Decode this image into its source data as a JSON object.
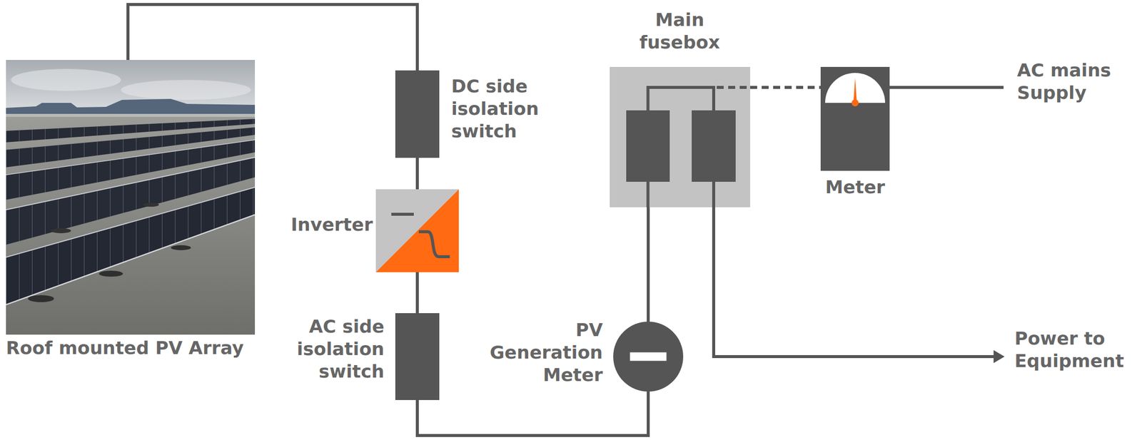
{
  "diagram": {
    "nodes": [
      {
        "text": [
          "Roof mounted PV Array"
        ]
      },
      {
        "text": [
          "DC side isolation switch"
        ]
      },
      {
        "text": [
          "Inverter"
        ]
      },
      {
        "text": [
          "AC side isolation switch"
        ]
      },
      {
        "text": [
          "PV Generation Meter"
        ]
      },
      {
        "text": [
          "Main fusebox"
        ]
      },
      {
        "text": [
          "Meter"
        ]
      }
    ],
    "edges": [
      {
        "from": 0,
        "to": 1,
        "arrow": "none"
      },
      {
        "from": 1,
        "to": 2,
        "arrow": "none"
      },
      {
        "from": 2,
        "to": 3,
        "arrow": "none"
      },
      {
        "from": 3,
        "to": 4,
        "arrow": "none"
      },
      {
        "from": 4,
        "to": 5,
        "arrow": "none"
      },
      {
        "from": 5,
        "to": 6,
        "arrow": "none"
      }
    ],
    "labels": [
      "AC mains Supply",
      "Power to Equipment"
    ]
  }
}
